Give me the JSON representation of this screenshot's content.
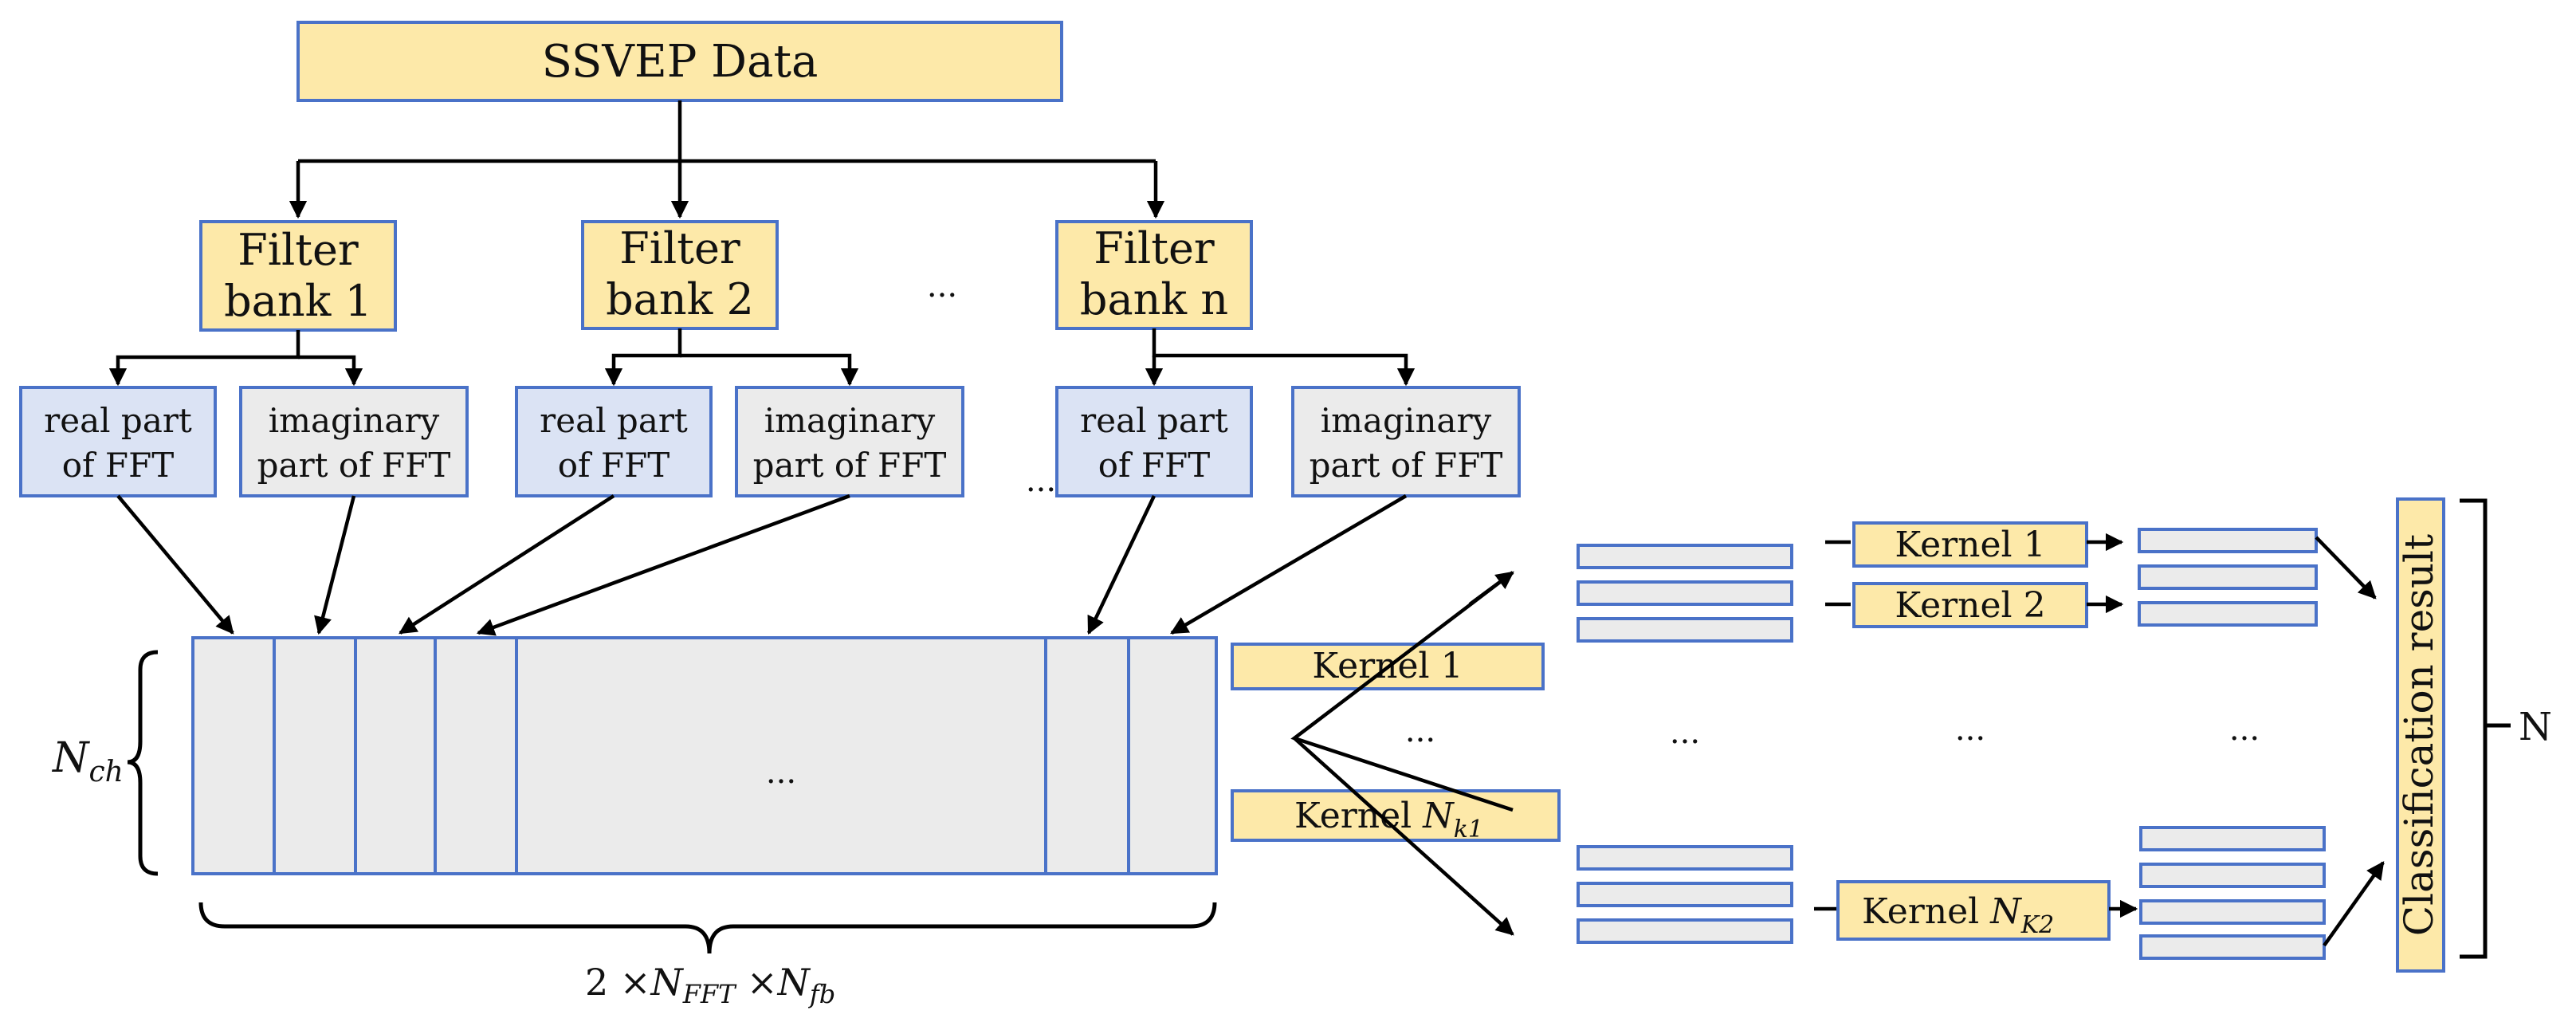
{
  "top": {
    "label": "SSVEP Data"
  },
  "filter_banks": [
    {
      "line1": "Filter",
      "line2": "bank 1"
    },
    {
      "line1": "Filter",
      "line2": "bank 2"
    },
    {
      "line1": "Filter",
      "line2": "bank n"
    }
  ],
  "fft_boxes": {
    "real_line1": "real part",
    "real_line2": "of FFT",
    "imag_line1": "imaginary",
    "imag_line2": "part of FFT"
  },
  "ellipsis": "...",
  "input_matrix": {
    "rows_label_main": "N",
    "rows_label_sub": "ch",
    "cols_label_prefix": "2 ×",
    "cols_N1": "N",
    "cols_N1_sub": "FFT",
    "cols_sep": " ×",
    "cols_N2": "N",
    "cols_N2_sub": "fb"
  },
  "kernels_layer1": {
    "k1": "Kernel 1",
    "kn_prefix": "Kernel ",
    "kn_main": "N",
    "kn_sub": "k1"
  },
  "kernels_layer2": {
    "k1": "Kernel 1",
    "k2": "Kernel 2",
    "kn_prefix": "Kernel  ",
    "kn_main": "N",
    "kn_sub": "K2"
  },
  "classification": {
    "label": "Classification result"
  },
  "output_count": "N"
}
